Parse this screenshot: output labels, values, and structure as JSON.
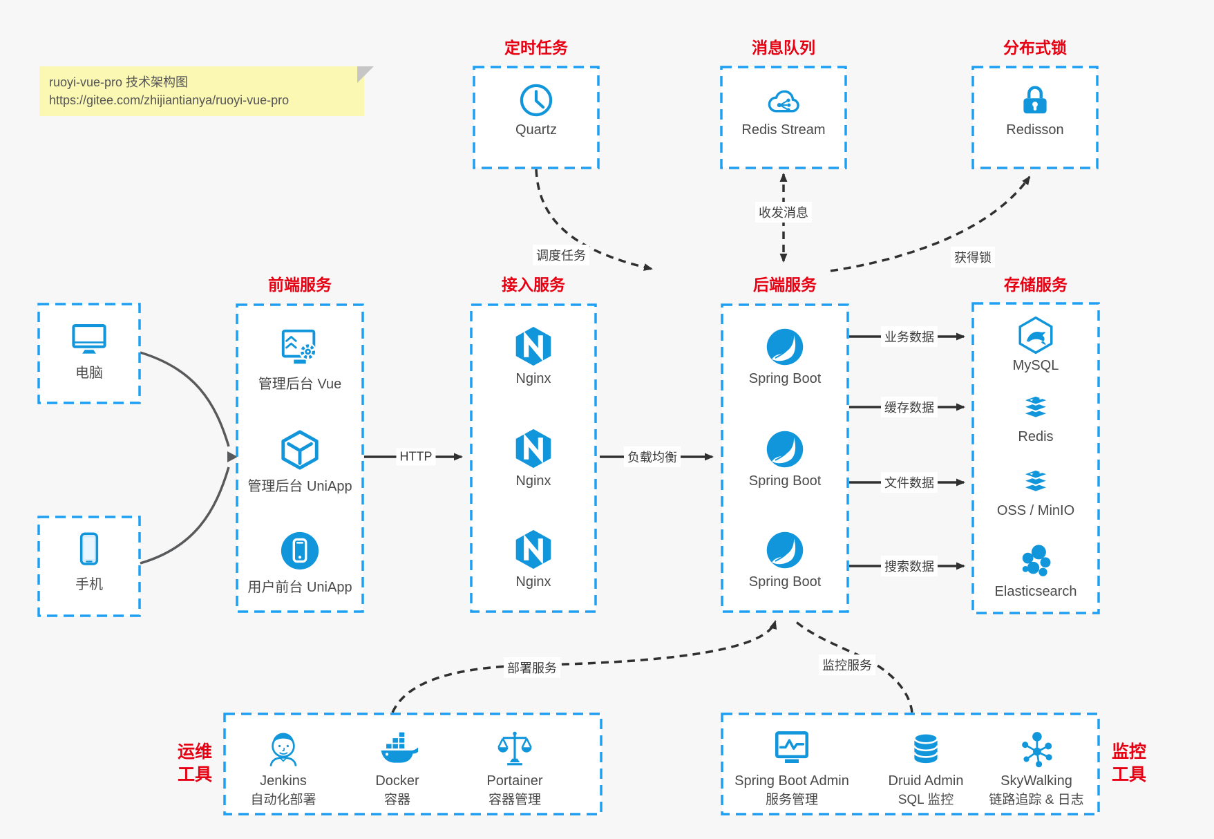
{
  "sticky_note": {
    "line1": "ruoyi-vue-pro 技术架构图",
    "line2": "https://gitee.com/zhijiantianya/ruoyi-vue-pro"
  },
  "clients": {
    "pc": "电脑",
    "mobile": "手机"
  },
  "scheduler": {
    "title": "定时任务",
    "item": "Quartz"
  },
  "mq": {
    "title": "消息队列",
    "item": "Redis Stream"
  },
  "lock": {
    "title": "分布式锁",
    "item": "Redisson"
  },
  "frontend": {
    "title": "前端服务",
    "items": [
      "管理后台 Vue",
      "管理后台 UniApp",
      "用户前台 UniApp"
    ]
  },
  "gateway": {
    "title": "接入服务",
    "items": [
      "Nginx",
      "Nginx",
      "Nginx"
    ]
  },
  "backend": {
    "title": "后端服务",
    "items": [
      "Spring Boot",
      "Spring Boot",
      "Spring Boot"
    ]
  },
  "storage": {
    "title": "存储服务",
    "items": [
      "MySQL",
      "Redis",
      "OSS / MinIO",
      "Elasticsearch"
    ]
  },
  "ops": {
    "title_line1": "运维",
    "title_line2": "工具",
    "items": [
      {
        "name": "Jenkins",
        "desc": "自动化部署"
      },
      {
        "name": "Docker",
        "desc": "容器"
      },
      {
        "name": "Portainer",
        "desc": "容器管理"
      }
    ]
  },
  "monitoring": {
    "title_line1": "监控",
    "title_line2": "工具",
    "items": [
      {
        "name": "Spring Boot Admin",
        "desc": "服务管理"
      },
      {
        "name": "Druid Admin",
        "desc": "SQL 监控"
      },
      {
        "name": "SkyWalking",
        "desc": "链路追踪 & 日志"
      }
    ]
  },
  "edge_labels": {
    "http": "HTTP",
    "load_balance": "负载均衡",
    "schedule": "调度任务",
    "message": "收发消息",
    "acquire_lock": "获得锁",
    "business_data": "业务数据",
    "cache_data": "缓存数据",
    "file_data": "文件数据",
    "search_data": "搜索数据",
    "deploy": "部署服务",
    "monitor": "监控服务"
  },
  "colors": {
    "icon_blue": "#1296db",
    "border_blue": "#1e9ff2",
    "title_red": "#e60012",
    "note_bg": "#fbf8b3",
    "arrow_dark": "#303030",
    "client_arrow_gray": "#58595b"
  }
}
